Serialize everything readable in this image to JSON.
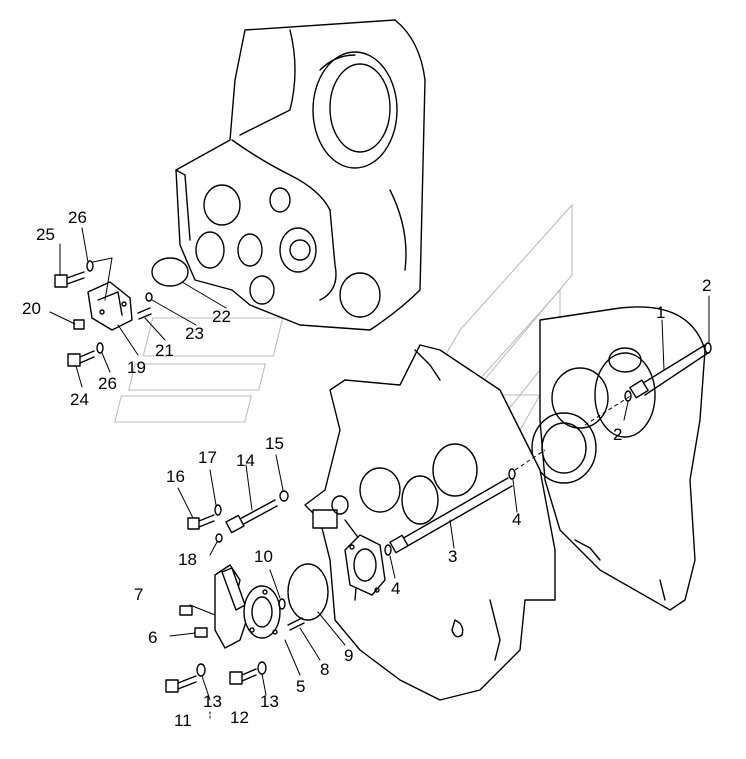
{
  "diagram": {
    "kind": "exploded-parts-view",
    "line_color": "#000000",
    "background_color": "#ffffff",
    "watermark_color": "#bdbdbd",
    "callouts": [
      {
        "id": "1",
        "text": "1"
      },
      {
        "id": "2a",
        "text": "2"
      },
      {
        "id": "2b",
        "text": "2"
      },
      {
        "id": "3",
        "text": "3"
      },
      {
        "id": "4a",
        "text": "4"
      },
      {
        "id": "4b",
        "text": "4"
      },
      {
        "id": "5",
        "text": "5"
      },
      {
        "id": "6",
        "text": "6"
      },
      {
        "id": "7",
        "text": "7"
      },
      {
        "id": "8",
        "text": "8"
      },
      {
        "id": "9",
        "text": "9"
      },
      {
        "id": "10",
        "text": "10"
      },
      {
        "id": "11",
        "text": "11"
      },
      {
        "id": "12",
        "text": "12"
      },
      {
        "id": "13a",
        "text": "13"
      },
      {
        "id": "13b",
        "text": "13"
      },
      {
        "id": "14",
        "text": "14"
      },
      {
        "id": "15",
        "text": "15"
      },
      {
        "id": "16",
        "text": "16"
      },
      {
        "id": "17",
        "text": "17"
      },
      {
        "id": "18",
        "text": "18"
      },
      {
        "id": "19",
        "text": "19"
      },
      {
        "id": "20",
        "text": "20"
      },
      {
        "id": "21",
        "text": "21"
      },
      {
        "id": "22",
        "text": "22"
      },
      {
        "id": "23",
        "text": "23"
      },
      {
        "id": "24",
        "text": "24"
      },
      {
        "id": "25",
        "text": "25"
      },
      {
        "id": "26a",
        "text": "26"
      },
      {
        "id": "26b",
        "text": "26"
      }
    ]
  }
}
